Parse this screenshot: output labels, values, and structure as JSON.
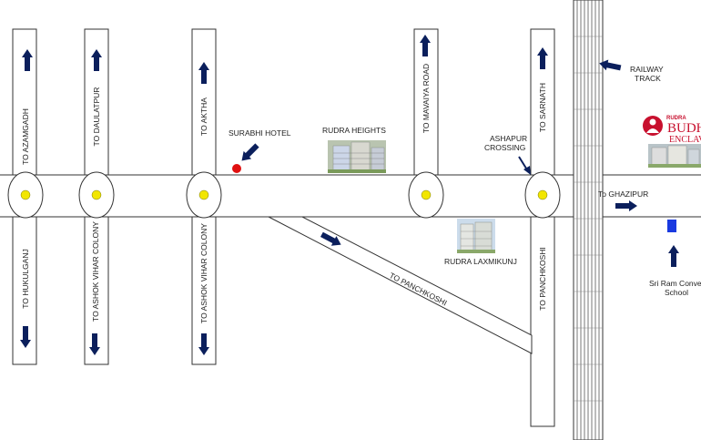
{
  "colors": {
    "background": "#ffffff",
    "road_edge": "#333333",
    "arrow": "#0b1f5c",
    "circle_fill": "#f2e600",
    "hotel_marker": "#e01010",
    "school_marker": "#1a3ae0",
    "logo_red": "#c8102e"
  },
  "directions": {
    "azamgadh": "TO AZAMGADH",
    "daulatpur": "TO DAULATPUR",
    "aktha": "TO AKTHA",
    "mavaiya": "TO MAVAIYA ROAD",
    "sarnath": "TO SARNATH",
    "hukulganj": "TO HUKULGANJ",
    "ashok_vihar_1": "TO ASHOK VIHAR COLONY",
    "ashok_vihar_2": "TO ASHOK VIHAR COLONY",
    "panchkoshi_diagonal": "TO PANCHKOSHI",
    "panchkoshi_vertical": "TO PANCHKOSHI",
    "ghazipur": "To GHAZIPUR"
  },
  "landmarks": {
    "surabhi_hotel": "SURABHI HOTEL",
    "rudra_heights": "RUDRA HEIGHTS",
    "rudra_laxmikunj": "RUDRA LAXMIKUNJ",
    "ashapur_line1": "ASHAPUR",
    "ashapur_line2": "CROSSING",
    "railway_line1": "RAILWAY",
    "railway_line2": "TRACK",
    "school_line1": "Sri Ram Conve",
    "school_line2": "School"
  },
  "logo": {
    "top": "RUDRA",
    "line1": "BUDH",
    "line2": "ENCLAV"
  },
  "icons": {
    "direction": "arrow-icon",
    "roundabout": "roundabout-icon",
    "hotel": "map-pin-icon",
    "school": "school-marker-icon",
    "building": "building-icon"
  }
}
